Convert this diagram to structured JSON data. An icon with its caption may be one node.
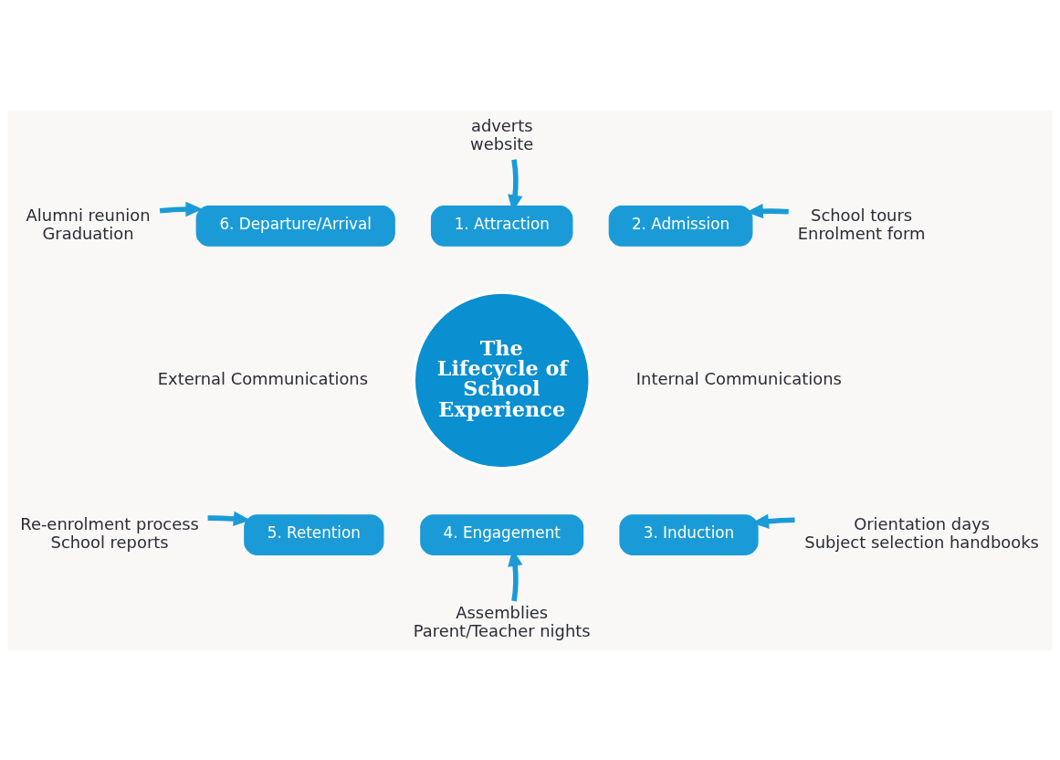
{
  "diagram": {
    "nodes": [
      {
        "text": [
          "The Lifecycle of School Experience"
        ]
      },
      {
        "text": [
          "1. Attraction"
        ]
      },
      {
        "text": [
          "2. Admission"
        ]
      },
      {
        "text": [
          "3. Induction"
        ]
      },
      {
        "text": [
          "4. Engagement"
        ]
      },
      {
        "text": [
          "5. Retention"
        ]
      },
      {
        "text": [
          "6. Departure/Arrival"
        ]
      },
      {
        "text": [
          "adverts",
          "website"
        ]
      },
      {
        "text": [
          "School tours",
          "Enrolment form"
        ]
      },
      {
        "text": [
          "Orientation days",
          "Subject selection handbooks"
        ]
      },
      {
        "text": [
          "Assemblies",
          "Parent/Teacher nights"
        ]
      },
      {
        "text": [
          "Re-enrolment process",
          "School reports"
        ]
      },
      {
        "text": [
          "Alumni reunion",
          "Graduation"
        ]
      }
    ],
    "edges": [
      {
        "from": 7,
        "to": 1,
        "arrow": "to"
      },
      {
        "from": 8,
        "to": 2,
        "arrow": "to"
      },
      {
        "from": 9,
        "to": 3,
        "arrow": "to"
      },
      {
        "from": 10,
        "to": 4,
        "arrow": "to"
      },
      {
        "from": 11,
        "to": 5,
        "arrow": "to"
      },
      {
        "from": 12,
        "to": 6,
        "arrow": "to"
      }
    ],
    "labels": [
      "External Communications",
      "Internal Communications"
    ]
  }
}
